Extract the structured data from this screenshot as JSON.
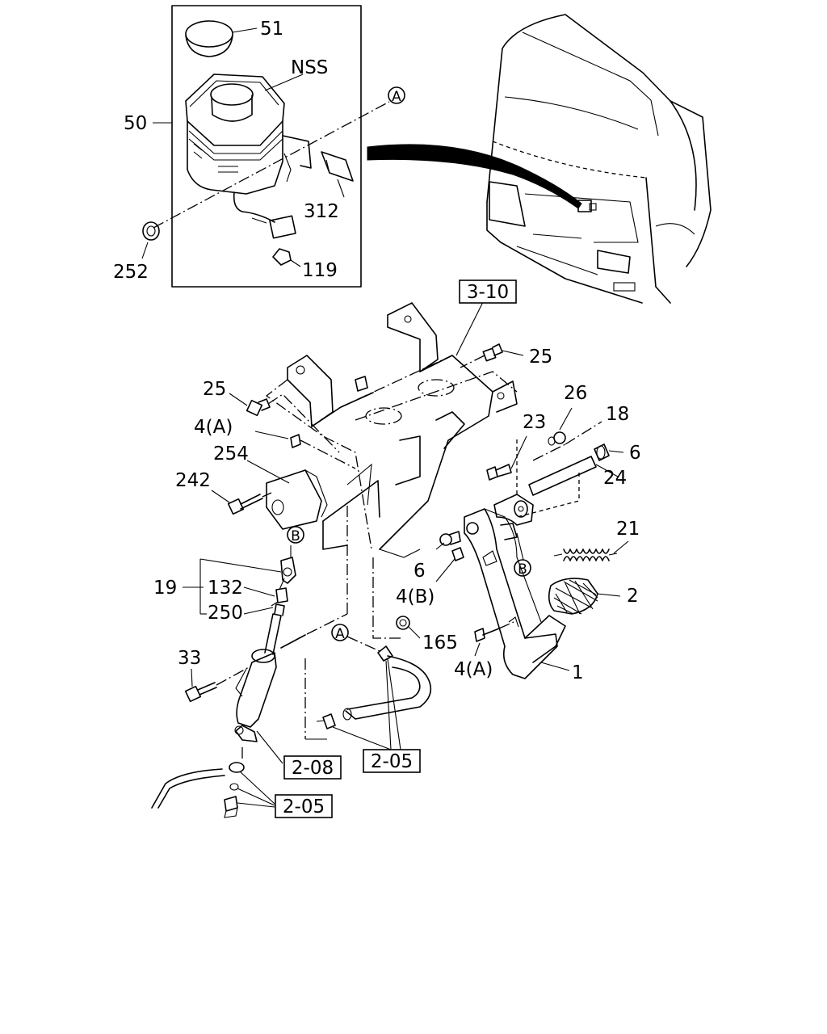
{
  "labels": {
    "p51": "51",
    "nss": "NSS",
    "p50": "50",
    "p312": "312",
    "p252": "252",
    "p119": "119",
    "ref310": "3-10",
    "p25a": "25",
    "p25b": "25",
    "p4a1": "4(A)",
    "p254": "254",
    "p242": "242",
    "p26": "26",
    "p18": "18",
    "p23": "23",
    "p6a": "6",
    "p24": "24",
    "p21": "21",
    "p2": "2",
    "p6b": "6",
    "p4b": "4(B)",
    "p165": "165",
    "p19": "19",
    "p132": "132",
    "p250": "250",
    "p33": "33",
    "p4a2": "4(A)",
    "p1": "1",
    "ref208": "2-08",
    "ref205a": "2-05",
    "ref205b": "2-05"
  },
  "markers": {
    "a1": "A",
    "a2": "A",
    "b1": "B",
    "b2": "B"
  }
}
